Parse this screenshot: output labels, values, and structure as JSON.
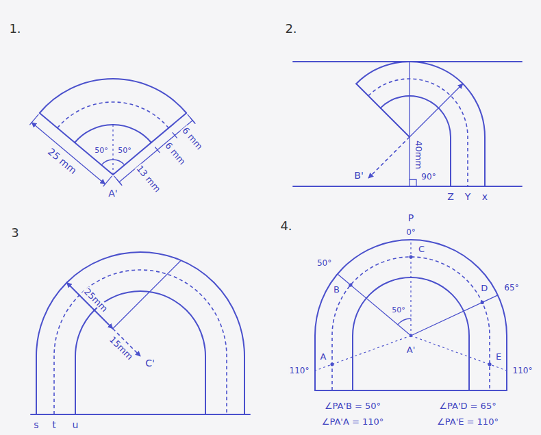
{
  "diagram": {
    "labels": [
      "1.",
      "25 mm",
      "6 mm",
      "6 mm",
      "13 mm",
      "50°",
      "50°",
      "A'",
      "2.",
      "40mm",
      "B'",
      "90°",
      "Z",
      "Y",
      "x",
      "3",
      "25mm",
      "15mm",
      "C'",
      "s",
      "t",
      "u",
      "4.",
      "P",
      "0°",
      "50°",
      "65°",
      "110°",
      "110°",
      "B",
      "C",
      "D",
      "A",
      "E",
      "A'",
      "50°",
      "∠PA'B = 50°",
      "∠PA'D = 65°",
      "∠PA'A = 110°",
      "∠PA'E = 110°"
    ]
  }
}
